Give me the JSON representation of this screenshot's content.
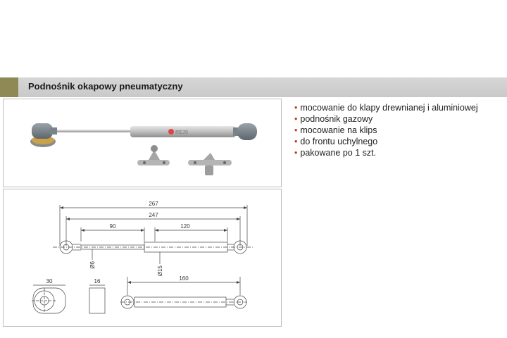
{
  "header": {
    "title": "Podnośnik okapowy pneumatyczny"
  },
  "photo": {
    "brand_logo_text": "REJS"
  },
  "features": [
    "mocowanie do klapy drewnianej i aluminiowej",
    "podnośnik gazowy",
    "mocowanie na klips",
    "do frontu uchylnego",
    "pakowane po 1 szt."
  ],
  "drawing": {
    "dim_total": "267",
    "dim_body": "247",
    "dim_rod": "90",
    "dim_cylinder": "120",
    "dim_rod_diameter": "Ø6",
    "dim_cylinder_diameter": "Ø15",
    "dim_end_width": "30",
    "dim_end_thickness": "16",
    "dim_compressed": "160"
  }
}
